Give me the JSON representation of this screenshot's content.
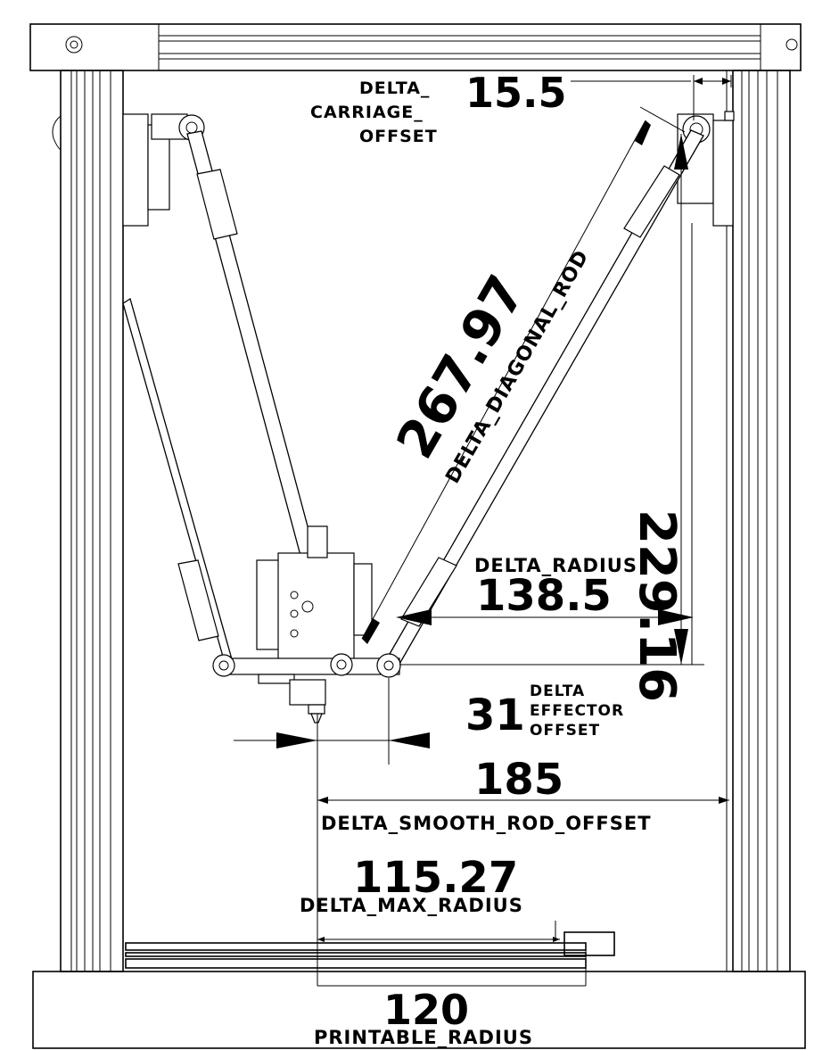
{
  "dimensions": {
    "carriage_offset": {
      "value": "15.5",
      "label_line1": "DELTA_",
      "label_line2": "CARRIAGE_",
      "label_line3": "OFFSET"
    },
    "diagonal_rod": {
      "value": "267.97",
      "label": "DELTA_DIAGONAL_ROD"
    },
    "height": {
      "value": "229.16"
    },
    "radius": {
      "value": "138.5",
      "label": "DELTA_RADIUS"
    },
    "effector_offset": {
      "value": "31",
      "label_line1": "DELTA",
      "label_line2": "EFFECTOR",
      "label_line3": "OFFSET"
    },
    "smooth_rod_offset": {
      "value": "185",
      "label": "DELTA_SMOOTH_ROD_OFFSET"
    },
    "max_radius": {
      "value": "115.27",
      "label": "DELTA_MAX_RADIUS"
    },
    "printable_radius": {
      "value": "120",
      "label": "PRINTABLE_RADIUS"
    }
  },
  "colors": {
    "line": "#000000",
    "background": "#ffffff"
  }
}
